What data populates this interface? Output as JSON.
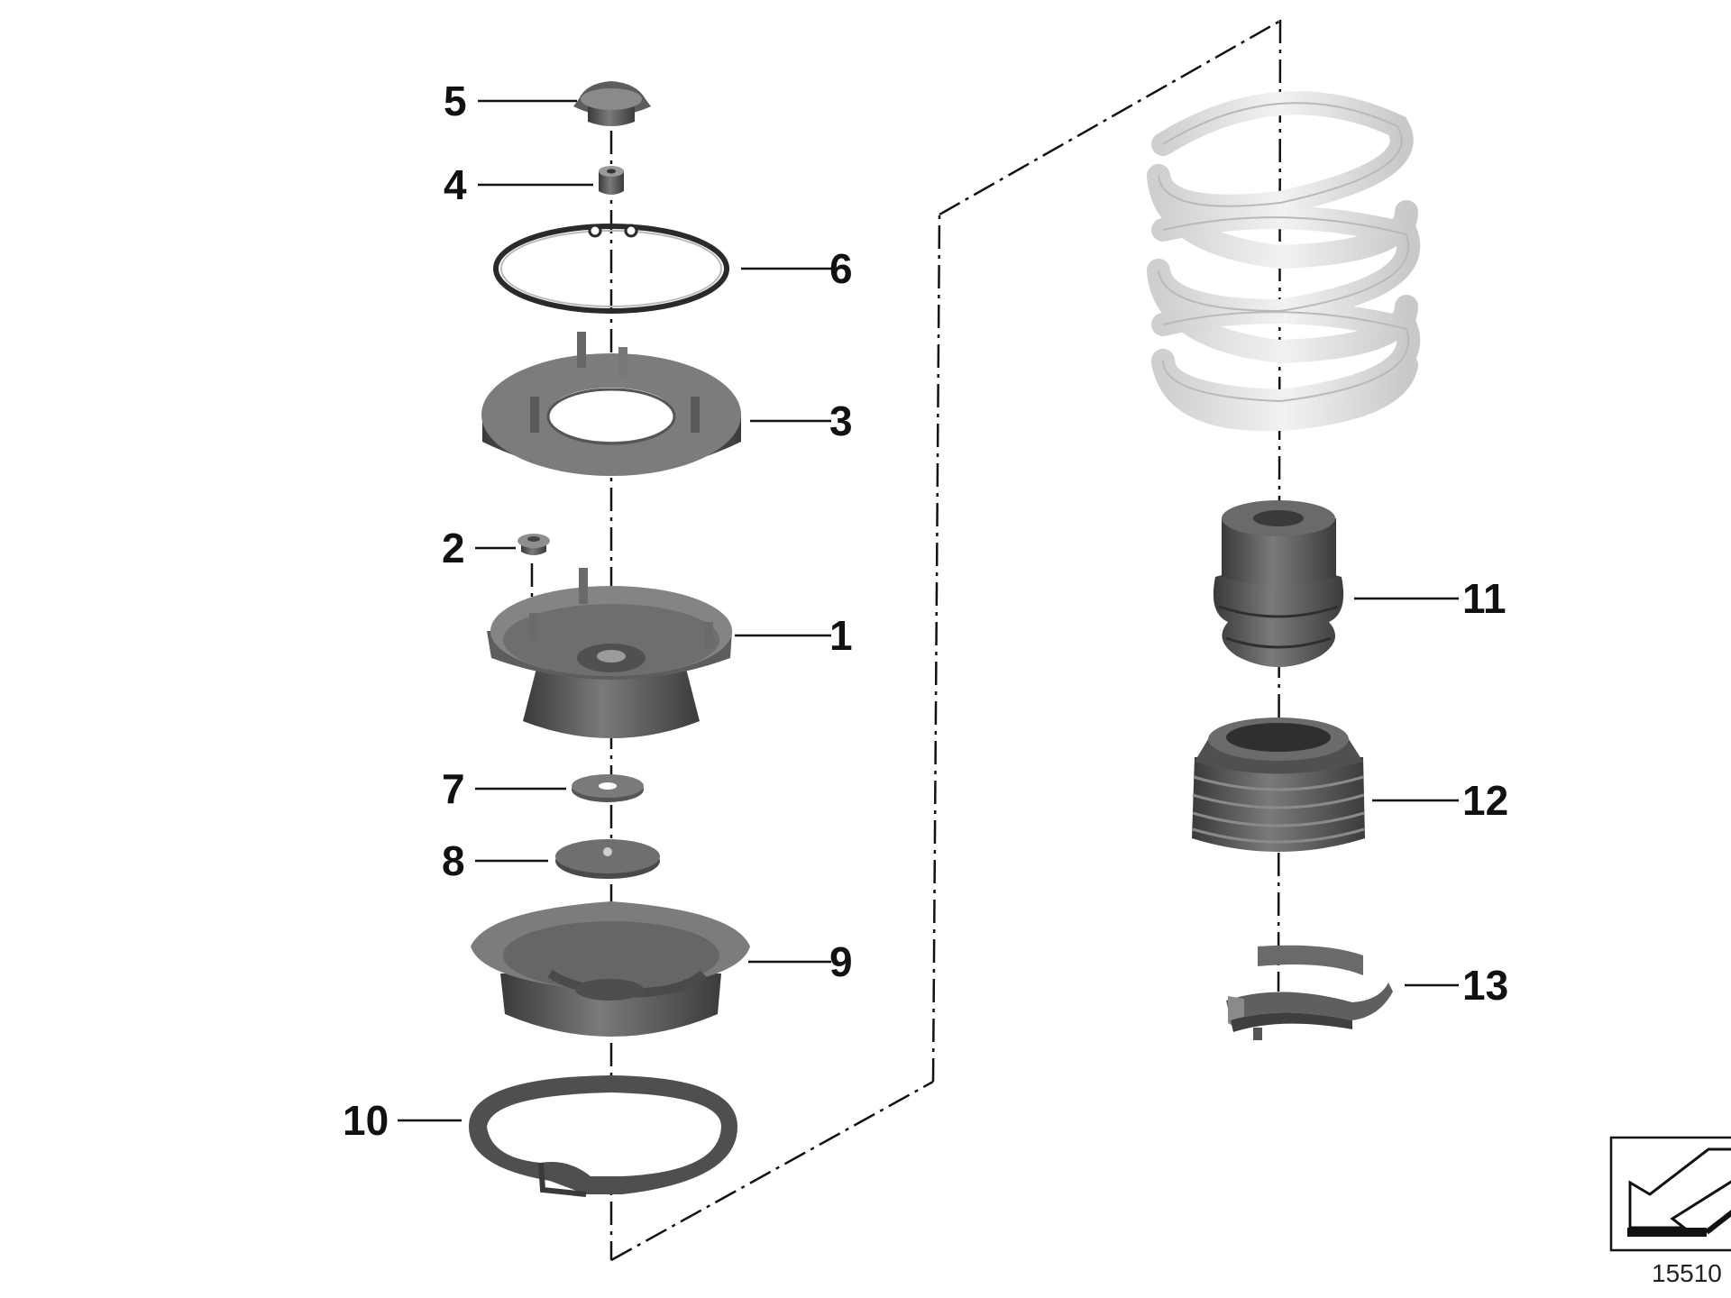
{
  "diagram": {
    "callouts": [
      {
        "id": "1",
        "label": "1"
      },
      {
        "id": "2",
        "label": "2"
      },
      {
        "id": "3",
        "label": "3"
      },
      {
        "id": "4",
        "label": "4"
      },
      {
        "id": "5",
        "label": "5"
      },
      {
        "id": "6",
        "label": "6"
      },
      {
        "id": "7",
        "label": "7"
      },
      {
        "id": "8",
        "label": "8"
      },
      {
        "id": "9",
        "label": "9"
      },
      {
        "id": "10",
        "label": "10"
      },
      {
        "id": "11",
        "label": "11"
      },
      {
        "id": "12",
        "label": "12"
      },
      {
        "id": "13",
        "label": "13"
      }
    ],
    "diagram_number": "15510",
    "colors": {
      "part_dark": "#4f4f4f",
      "part_mid": "#6e6e6e",
      "part_light": "#8a8a8a",
      "spring": "#e2e2e2",
      "line": "#111111"
    }
  }
}
